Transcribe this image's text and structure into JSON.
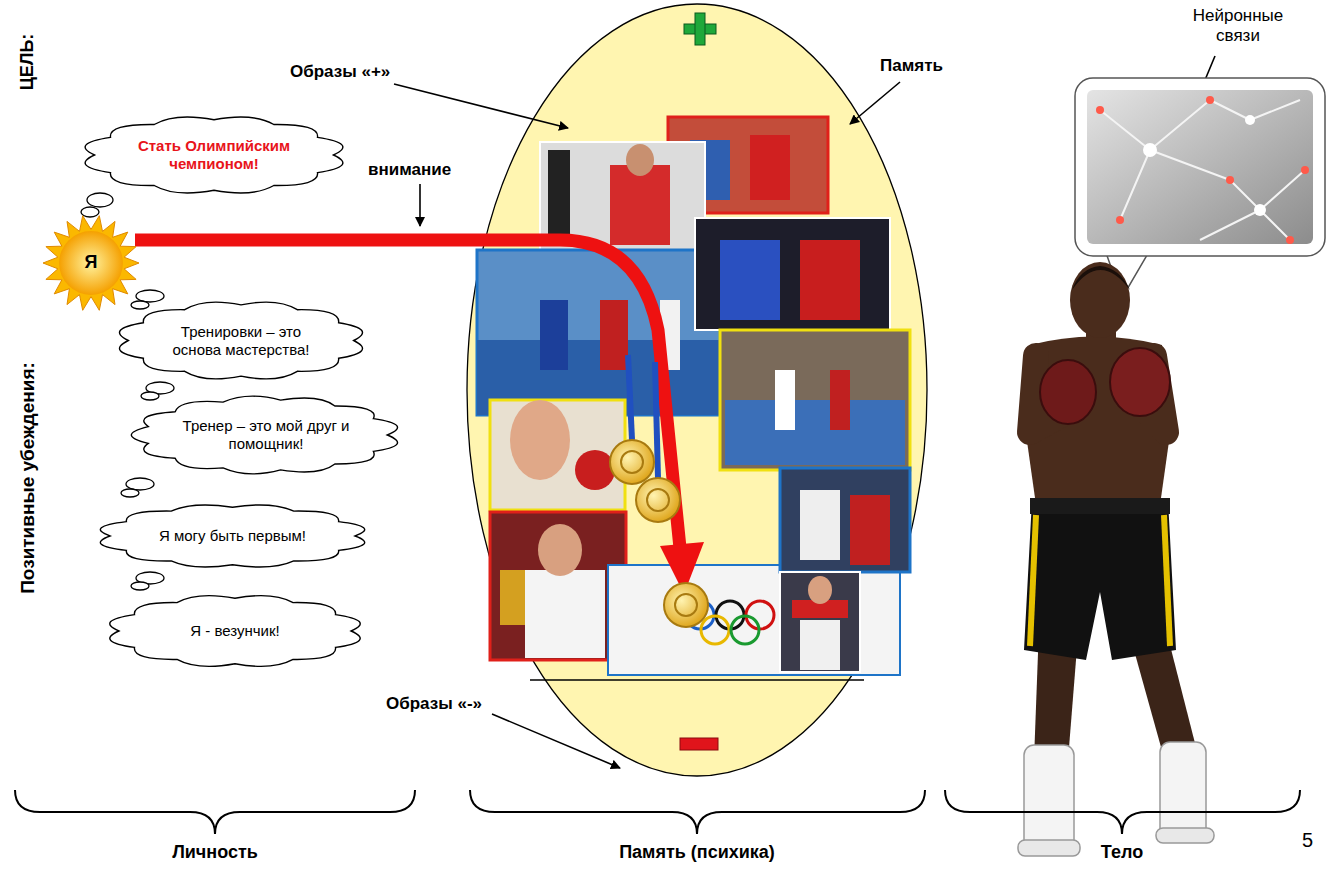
{
  "diagram": {
    "nodes": [
      {
        "text": [
          "Стать Олимпийским чемпионом!"
        ]
      },
      {
        "text": [
          "Я"
        ]
      },
      {
        "text": [
          "Тренировки – это основа мастерства!"
        ]
      },
      {
        "text": [
          "Тренер – это мой друг и помощник!"
        ]
      },
      {
        "text": [
          "Я могу быть первым!"
        ]
      },
      {
        "text": [
          "Я - везунчик!"
        ]
      }
    ],
    "labels": [
      "ЦЕЛЬ:",
      "Позитивные убеждения:",
      "внимание",
      "Образы «+»",
      "Память",
      "Нейронные связи",
      "Образы «-»",
      "Личность",
      "Память (психика)",
      "Тело",
      "5"
    ]
  }
}
